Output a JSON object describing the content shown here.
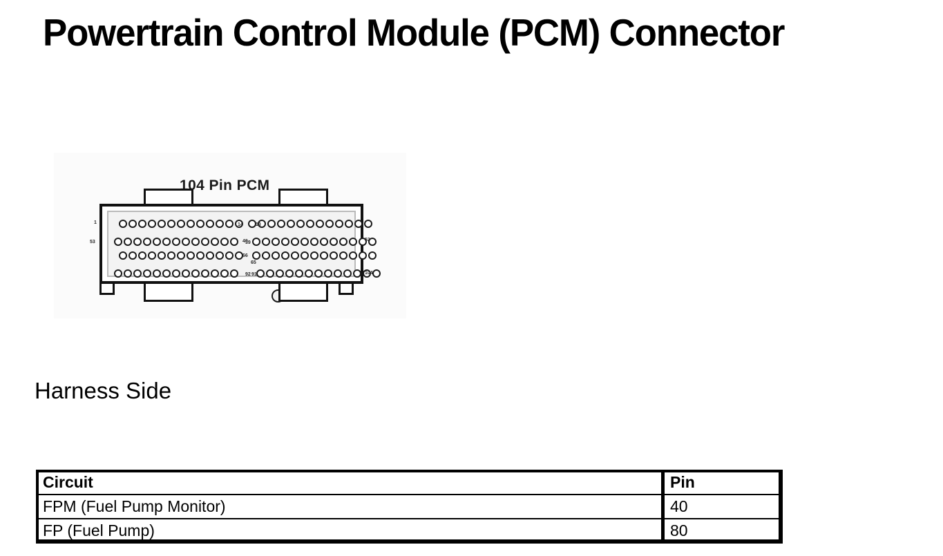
{
  "page": {
    "title": "Powertrain Control Module (PCM) Connector",
    "harness_caption": "Harness Side"
  },
  "connector": {
    "caption": "104 Pin PCM",
    "pin_count": 104,
    "pins_per_row_half": 13,
    "rows": 4,
    "keyway_icon": "round-keyway-icon",
    "labels": {
      "row1_left_start": "1",
      "row1_left_end": "13",
      "row1_right_start": "14",
      "row1_right_end": "26",
      "row2_left_end": "39",
      "row2_right_start": "40",
      "row2_right_end": "52",
      "row3_left_start": "53",
      "row3_left_end": "65",
      "row3_right_start": "66",
      "row4_left_end": "91",
      "row4_right_start": "92",
      "row4_right_end": "104"
    }
  },
  "table": {
    "columns": [
      "Circuit",
      "Pin"
    ],
    "rows": [
      {
        "circuit": "FPM (Fuel Pump Monitor)",
        "pin": "40"
      },
      {
        "circuit": "FP (Fuel Pump)",
        "pin": "80"
      }
    ]
  },
  "colors": {
    "background": "#ffffff",
    "text": "#000000",
    "figure_background": "#fbfbfb",
    "connector_fill": "#f3f3f3",
    "connector_outline": "#111111"
  }
}
